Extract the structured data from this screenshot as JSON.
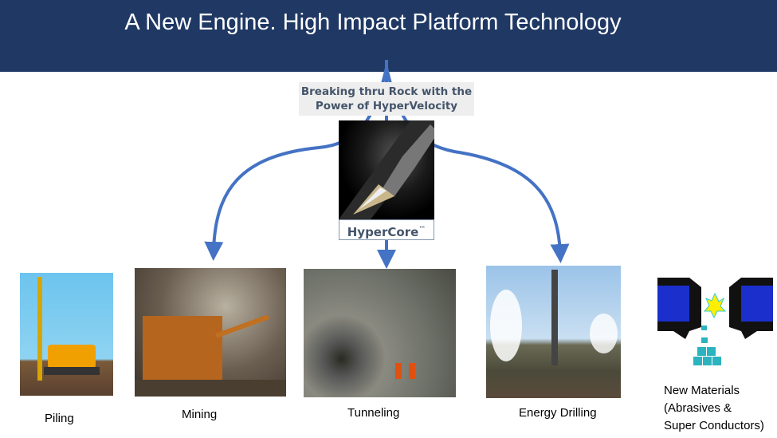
{
  "title": "A New Engine. High Impact Platform Technology",
  "tagline": [
    "Breaking thru Rock with the",
    "Power of HyperVelocity"
  ],
  "core": {
    "name": "HyperCore",
    "mark": "™"
  },
  "applications": [
    {
      "label": "Piling"
    },
    {
      "label": "Mining"
    },
    {
      "label": "Tunneling"
    },
    {
      "label": "Energy Drilling"
    },
    {
      "label_lines": [
        "New Materials",
        "(Abrasives &",
        "Super Conductors)"
      ]
    }
  ],
  "colors": {
    "header": "#1f3864",
    "arrow": "#4472c4",
    "tag_text": "#44546a"
  }
}
